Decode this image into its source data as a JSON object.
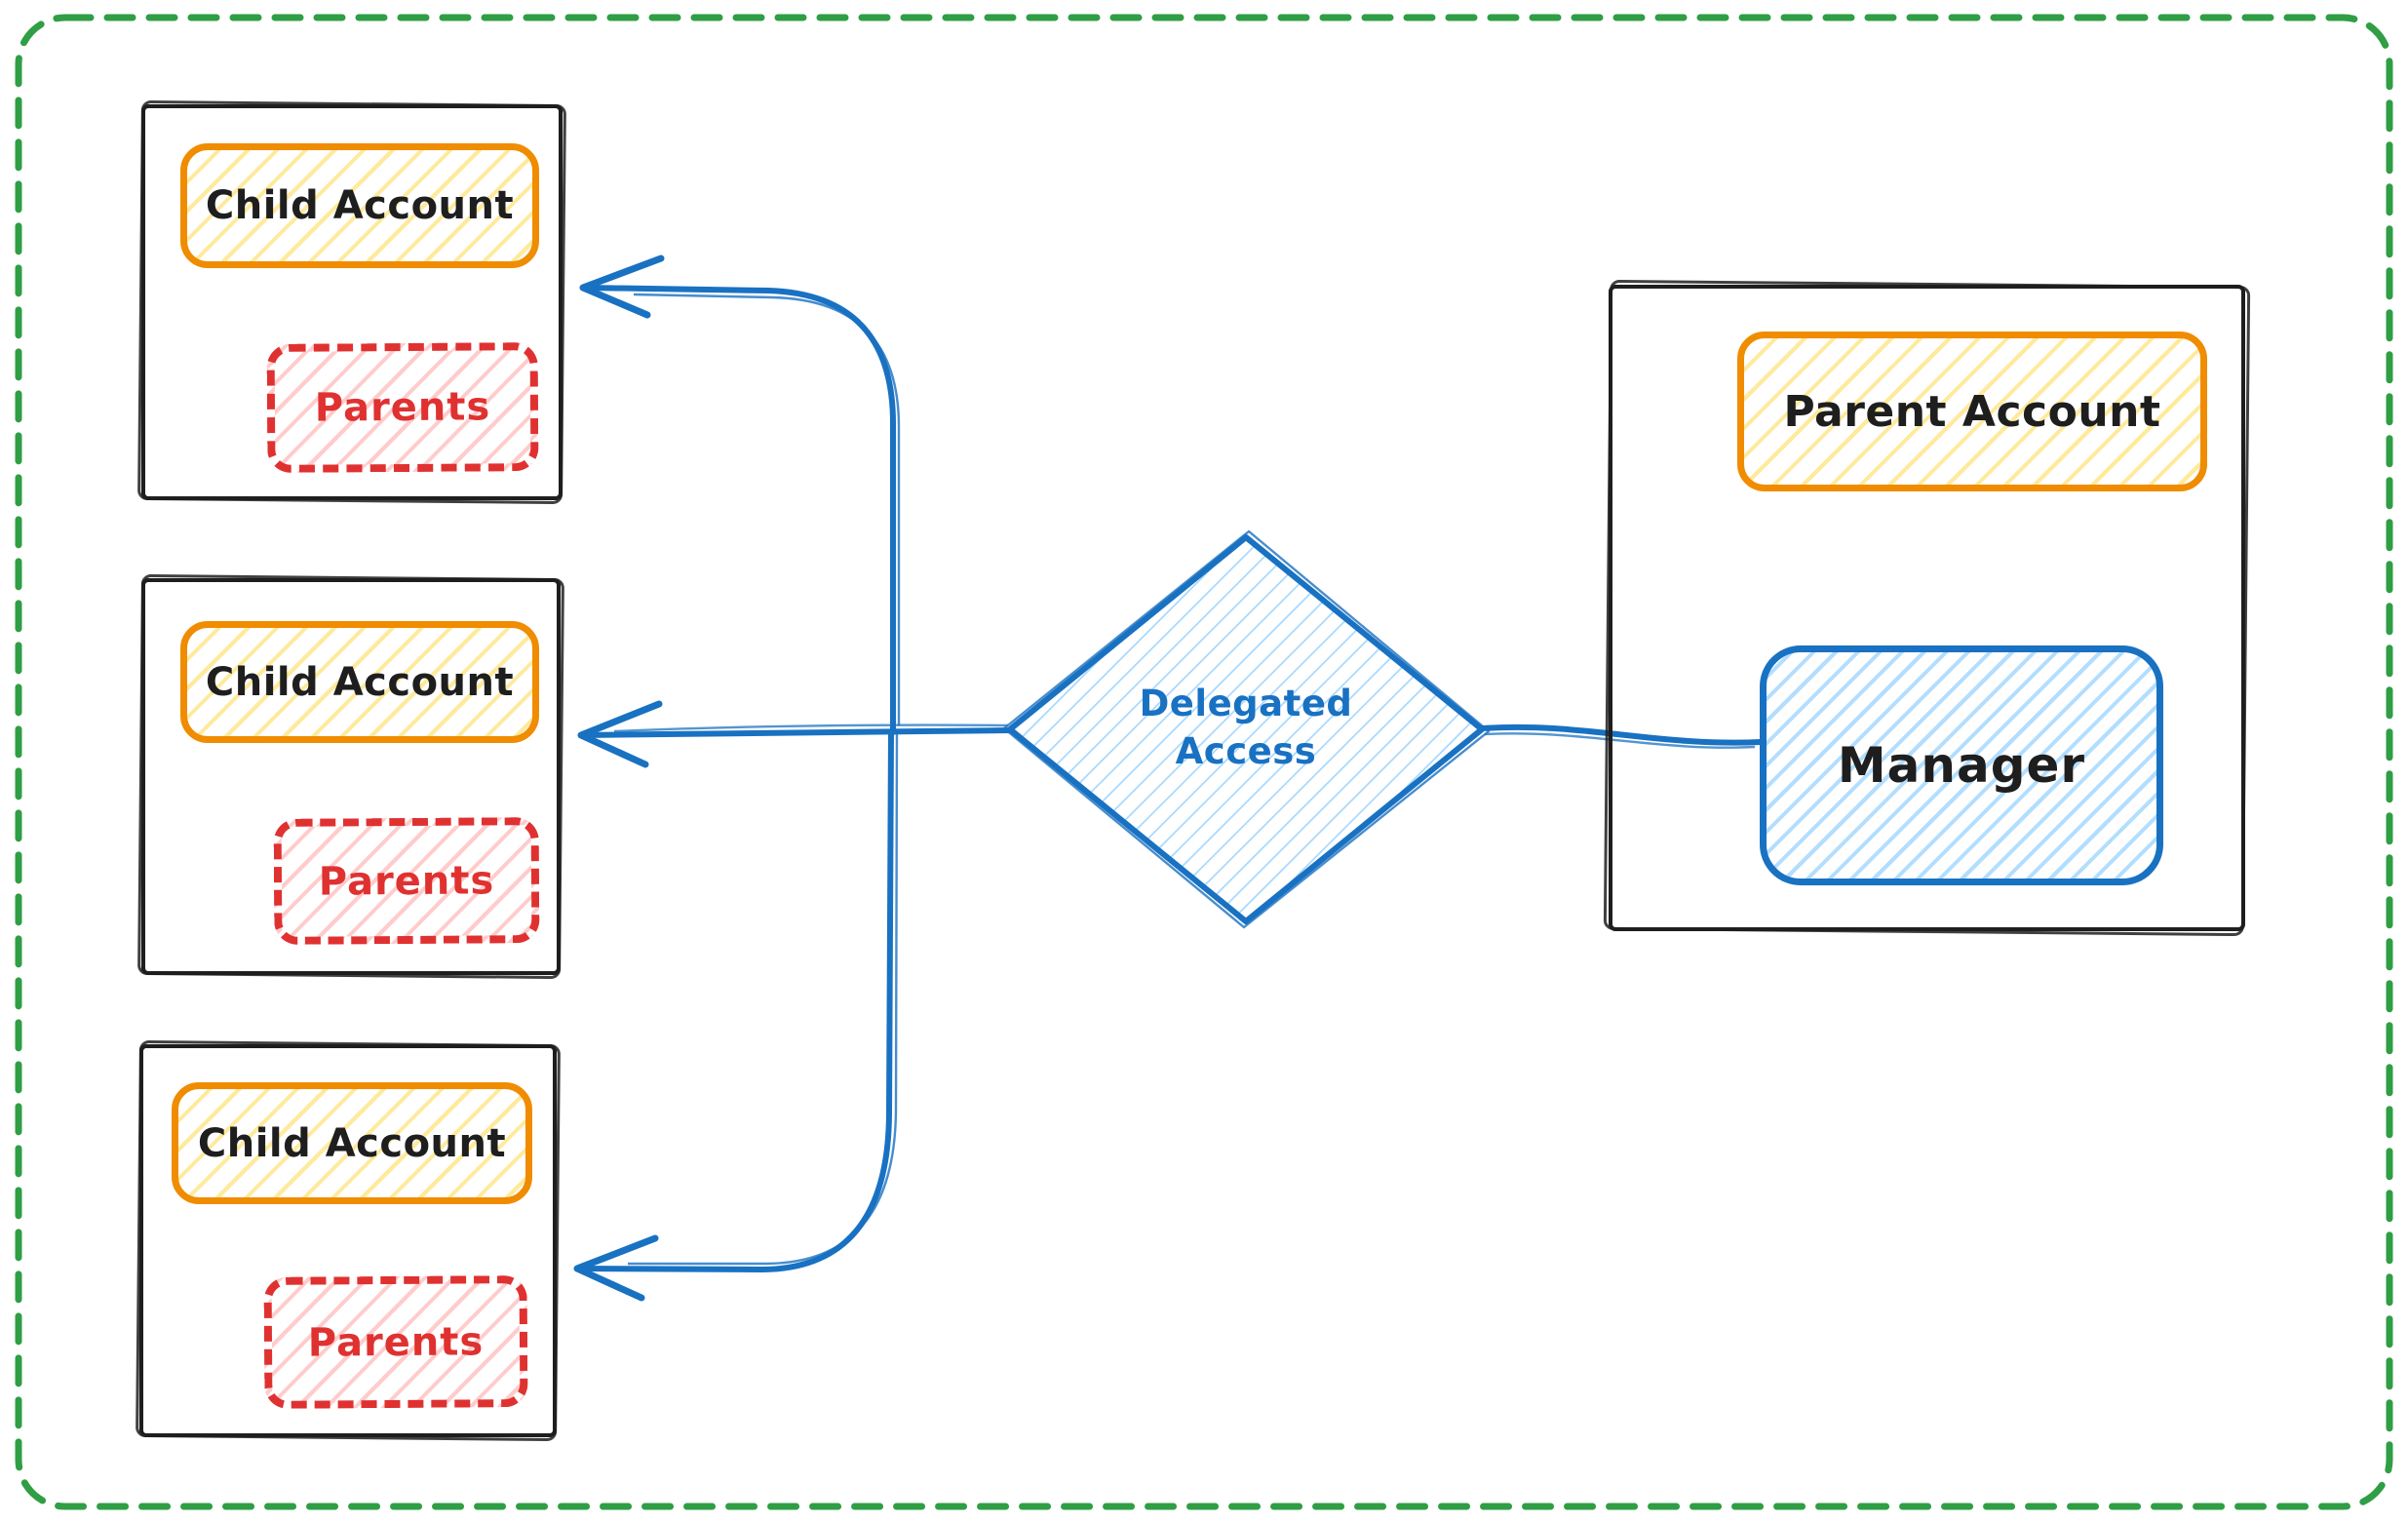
{
  "frame": {
    "color": "#2f9e44",
    "style": "dashed-rounded"
  },
  "children": [
    {
      "account_label": "Child Account",
      "parents_label": "Parents"
    },
    {
      "account_label": "Child Account",
      "parents_label": "Parents"
    },
    {
      "account_label": "Child Account",
      "parents_label": "Parents"
    }
  ],
  "decision": {
    "label": "Delegated Access"
  },
  "parent_account": {
    "account_label": "Parent Account",
    "manager_label": "Manager"
  },
  "colors": {
    "ink": "#1e1e1e",
    "orange_stroke": "#f08c00",
    "yellow_hatch": "#ffd43b",
    "red_stroke": "#e03131",
    "pink_hatch": "#ffc9c9",
    "blue_stroke": "#1971c2",
    "light_blue_hatch": "#a5d8ff",
    "green_frame": "#2f9e44"
  }
}
